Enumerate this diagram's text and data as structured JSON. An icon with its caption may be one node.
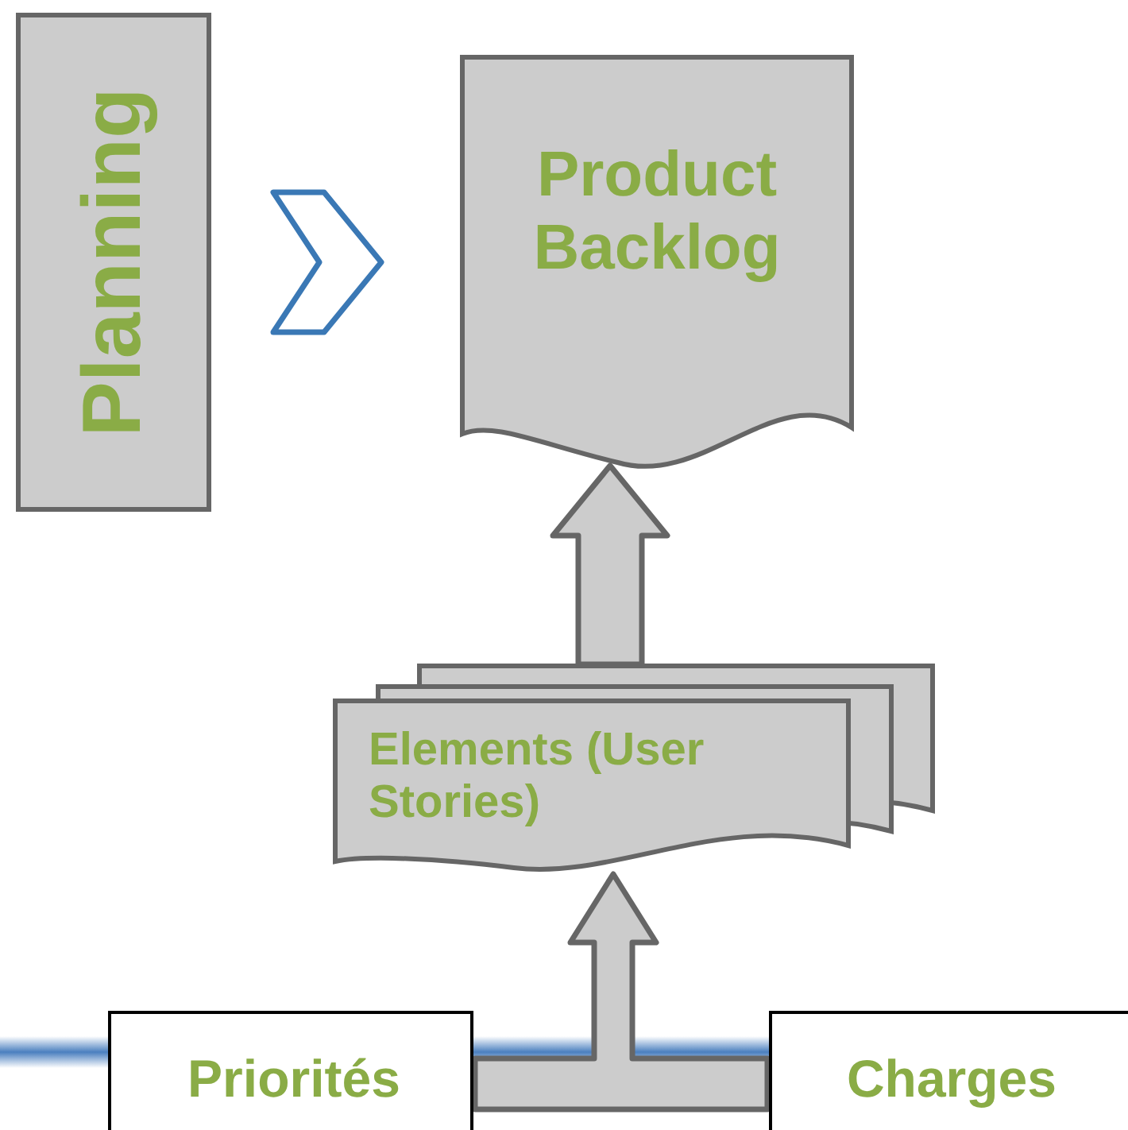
{
  "diagram": {
    "nodes": [
      {
        "text": [
          "Planning"
        ]
      },
      {
        "text": [
          "Product Backlog"
        ]
      },
      {
        "text": [
          "Elements (User Stories)"
        ]
      },
      {
        "text": [
          "Priorités"
        ]
      },
      {
        "text": [
          "Charges"
        ]
      },
      {
        "text": [],
        "shape": "bar"
      }
    ],
    "edges": [
      {
        "from": 0,
        "to": 1,
        "arrow": "to",
        "color": "#3a78b5"
      },
      {
        "from": 2,
        "to": 1,
        "arrow": "to"
      },
      {
        "from": 3,
        "to": 2,
        "arrow": "to"
      },
      {
        "from": 4,
        "to": 2,
        "arrow": "to"
      }
    ]
  }
}
